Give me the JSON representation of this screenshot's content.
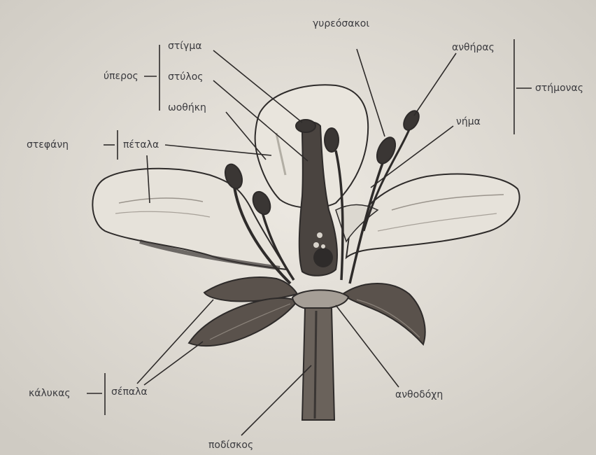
{
  "labels": {
    "stigma": "στίγμα",
    "stylos": "στύλος",
    "othiki": "ωοθήκη",
    "yperos": "ύπερος",
    "stefani": "στεφάνη",
    "petala": "πέταλα",
    "gyreosakoi": "γυρεόσακοι",
    "anthiras": "ανθήρας",
    "stimonas": "στήμονας",
    "nima": "νήμα",
    "kalykas": "κάλυκας",
    "sepala": "σέπαλα",
    "anthodochi": "ανθοδόχη",
    "podiskos": "ποδίσκος"
  },
  "colors": {
    "paper": "#e9e5de",
    "ink": "#2e2b2a",
    "dark_fill": "#4a4440",
    "petal_fill": "#e4e0d8",
    "sepal_fill": "#5a524c",
    "text": "#3a3a3e"
  }
}
